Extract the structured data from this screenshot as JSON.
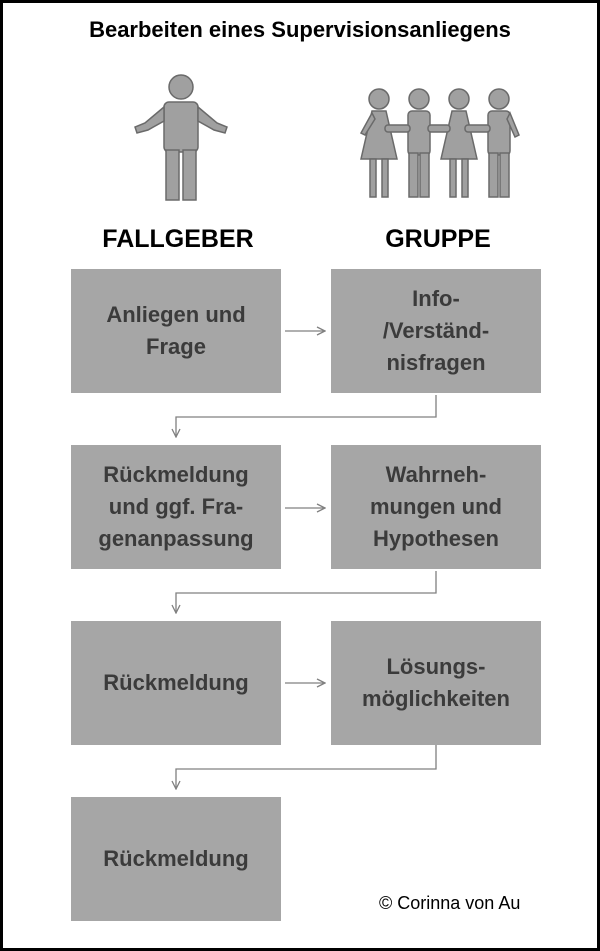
{
  "title": "Bearbeiten eines Supervisionsanliegens",
  "columns": {
    "left": "FALLGEBER",
    "right": "GRUPPE"
  },
  "icons": {
    "single": "person-shrugging-icon",
    "group": "group-of-people-icon"
  },
  "colors": {
    "box_fill": "#a6a6a6",
    "box_text": "#3b3b3b",
    "figure": "#a0a0a0",
    "connector": "#808080"
  },
  "steps": {
    "s1": [
      "Anliegen und",
      "Frage"
    ],
    "s2": [
      "Info-",
      "/Verständ-",
      "nisfragen"
    ],
    "s3": [
      "Rückmeldung",
      "und ggf. Fra-",
      "genanpassung"
    ],
    "s4": [
      "Wahrneh-",
      "mungen und",
      "Hypothesen"
    ],
    "s5": [
      "Rückmeldung"
    ],
    "s6": [
      "Lösungs-",
      "möglichkeiten"
    ],
    "s7": [
      "Rückmeldung"
    ]
  },
  "copyright": "© Corinna von Au"
}
